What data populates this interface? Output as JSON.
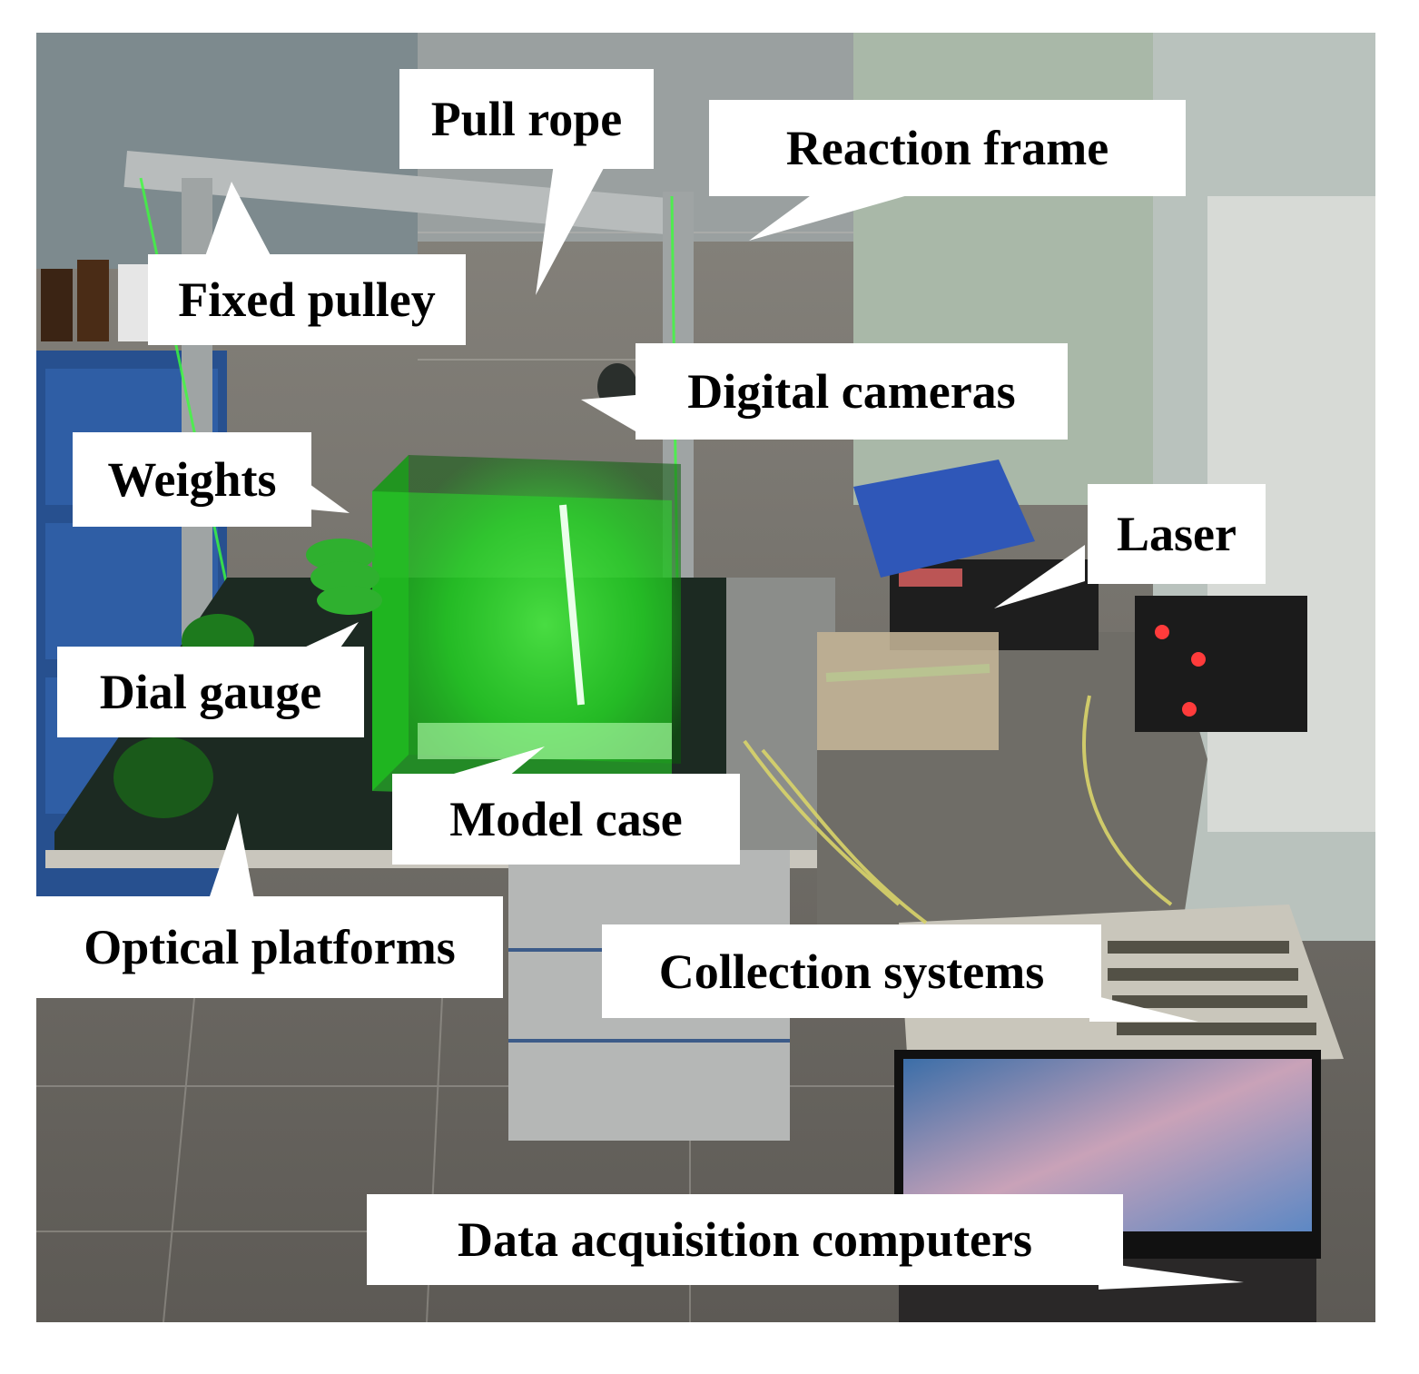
{
  "figure": {
    "labels": {
      "pull_rope": "Pull rope",
      "reaction_frame": "Reaction frame",
      "fixed_pulley": "Fixed pulley",
      "digital_cameras": "Digital cameras",
      "weights": "Weights",
      "laser": "Laser",
      "dial_gauge": "Dial gauge",
      "model_case": "Model case",
      "optical_platforms": "Optical platforms",
      "collection_systems": "Collection systems",
      "data_acquisition_computers": "Data acquisition computers"
    },
    "colors": {
      "laser_green": "#3cff3c",
      "callout_fill": "#ffffff",
      "label_text": "#000000"
    }
  }
}
